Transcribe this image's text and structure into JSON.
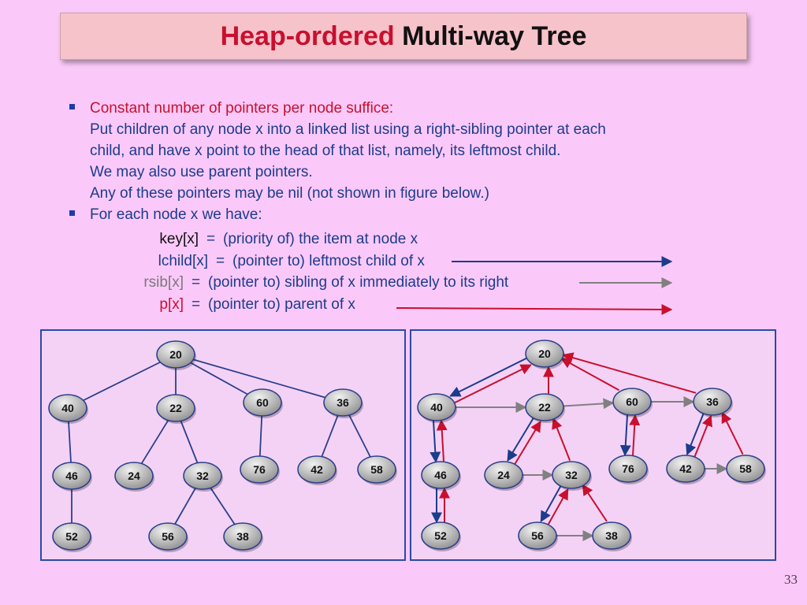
{
  "title": {
    "part1": "Heap-ordered",
    "part2": "Multi-way Tree"
  },
  "bullets": [
    {
      "head": "Constant number of pointers per node suffice:",
      "lines": [
        "Put children of any node x into a linked list using a right-sibling pointer at each",
        "child, and have x point to the head of that list, namely, its leftmost child.",
        "We may also use parent pointers.",
        "Any of these pointers may be nil (not shown in figure below.)"
      ]
    },
    {
      "head": "For each node x we have:"
    }
  ],
  "definitions": [
    {
      "term": "key[x]",
      "eq": "=",
      "desc": "(priority of) the item at node x",
      "color": "#111111"
    },
    {
      "term": "lchild[x]",
      "eq": "=",
      "desc": "(pointer to) leftmost child of x",
      "color": "#1c3c8c",
      "arrow": "#1c3c8c"
    },
    {
      "term": "rsib[x]",
      "eq": "=",
      "desc": "(pointer to) sibling of x immediately to its right",
      "color": "#7a7a7a",
      "arrow": "#808080"
    },
    {
      "term": "p[x]",
      "eq": "=",
      "desc": "(pointer to) parent of x",
      "color": "#c8102e",
      "arrow": "#c8102e"
    }
  ],
  "colors": {
    "lchild": "#1c3c8c",
    "rsib": "#808080",
    "parent": "#c8102e",
    "edge": "#2b3f8c"
  },
  "trees": {
    "nodes": [
      "20",
      "40",
      "22",
      "60",
      "36",
      "46",
      "24",
      "32",
      "76",
      "42",
      "58",
      "52",
      "56",
      "38"
    ],
    "edges": [
      [
        "20",
        "40"
      ],
      [
        "20",
        "22"
      ],
      [
        "20",
        "60"
      ],
      [
        "20",
        "36"
      ],
      [
        "40",
        "46"
      ],
      [
        "46",
        "52"
      ],
      [
        "22",
        "24"
      ],
      [
        "22",
        "32"
      ],
      [
        "32",
        "56"
      ],
      [
        "32",
        "38"
      ],
      [
        "60",
        "76"
      ],
      [
        "36",
        "42"
      ],
      [
        "36",
        "58"
      ]
    ],
    "lchild": [
      [
        "20",
        "40"
      ],
      [
        "40",
        "46"
      ],
      [
        "46",
        "52"
      ],
      [
        "22",
        "24"
      ],
      [
        "32",
        "56"
      ],
      [
        "60",
        "76"
      ],
      [
        "36",
        "42"
      ]
    ],
    "rsib": [
      [
        "40",
        "22"
      ],
      [
        "22",
        "60"
      ],
      [
        "60",
        "36"
      ],
      [
        "24",
        "32"
      ],
      [
        "56",
        "38"
      ],
      [
        "42",
        "58"
      ]
    ],
    "parent": [
      [
        "40",
        "20"
      ],
      [
        "22",
        "20"
      ],
      [
        "60",
        "20"
      ],
      [
        "36",
        "20"
      ],
      [
        "46",
        "40"
      ],
      [
        "52",
        "46"
      ],
      [
        "24",
        "22"
      ],
      [
        "32",
        "22"
      ],
      [
        "56",
        "32"
      ],
      [
        "38",
        "32"
      ],
      [
        "76",
        "60"
      ],
      [
        "42",
        "36"
      ],
      [
        "58",
        "36"
      ]
    ]
  },
  "page_number": "33"
}
